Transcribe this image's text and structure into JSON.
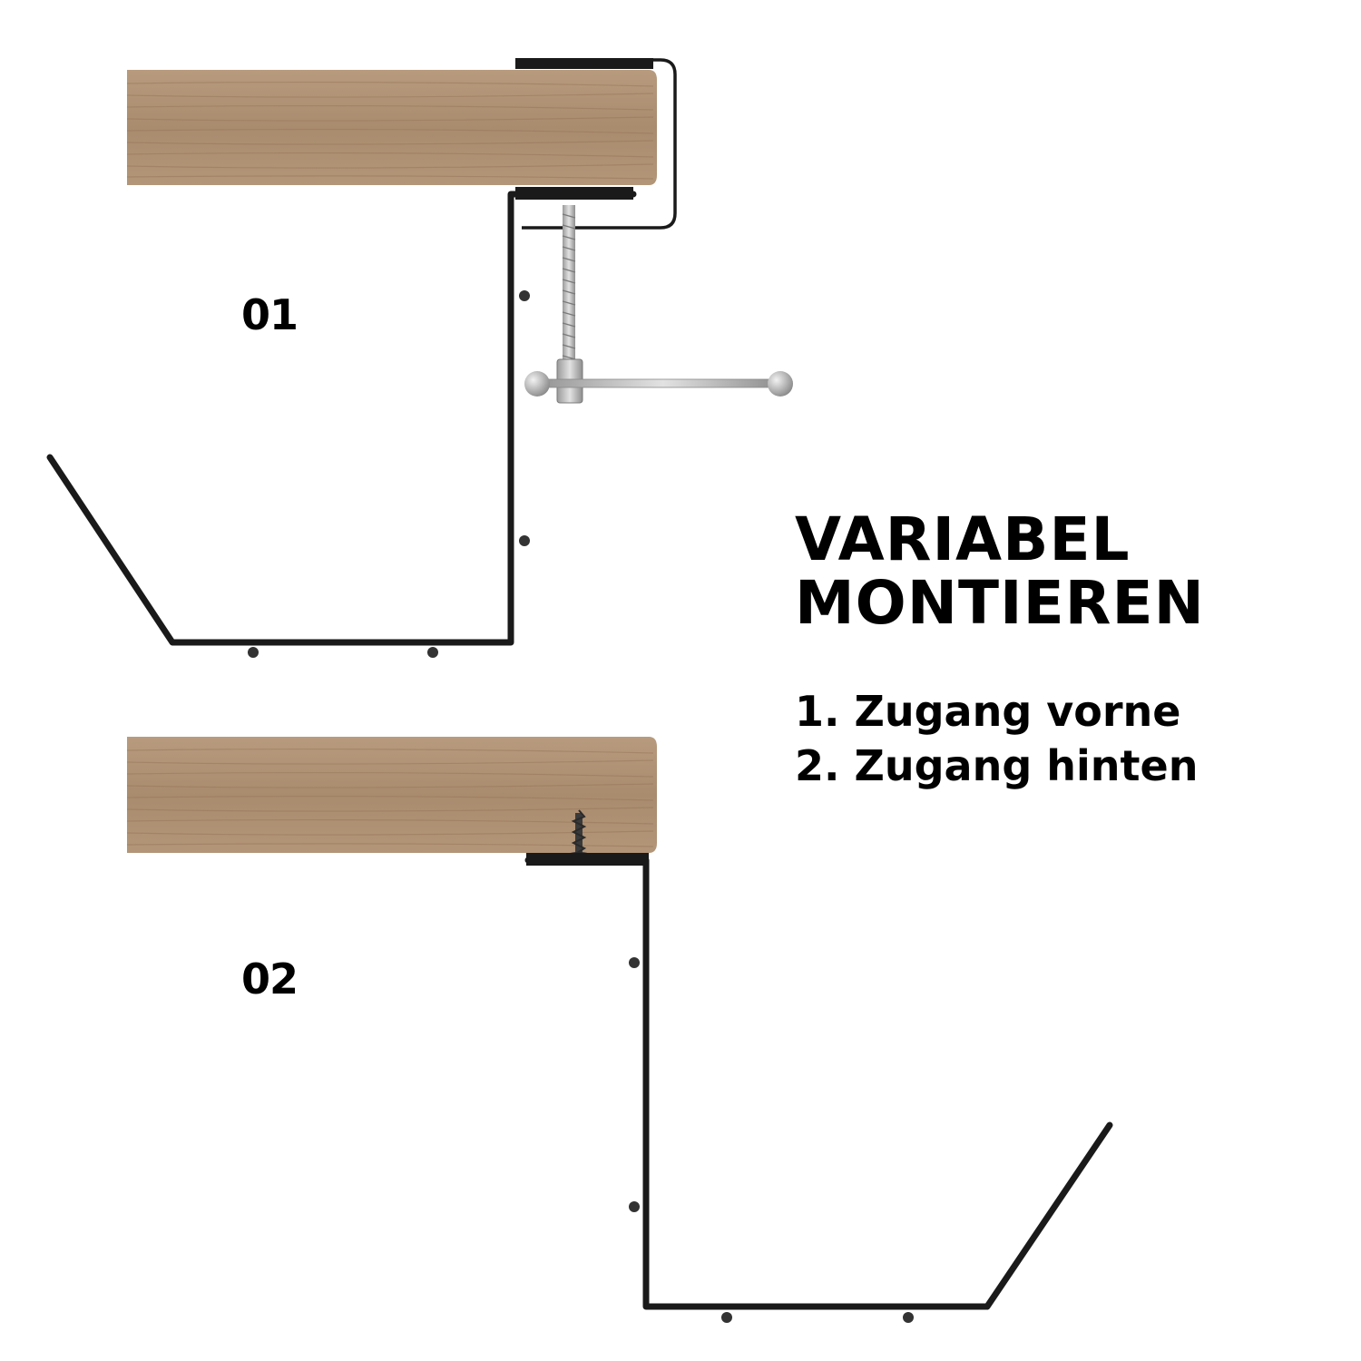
{
  "labels": {
    "first": "01",
    "second": "02"
  },
  "heading": {
    "line1": "VARIABEL",
    "line2": "MONTIEREN"
  },
  "steps": [
    "1. Zugang vorne",
    "2. Zugang hinten"
  ],
  "colors": {
    "wood": "#b39578",
    "wood_dark": "#9c7f63",
    "frame": "#1a1a1a",
    "metal": "#c4c4c4",
    "metal_dark": "#8a8a8a",
    "text": "#000000"
  }
}
